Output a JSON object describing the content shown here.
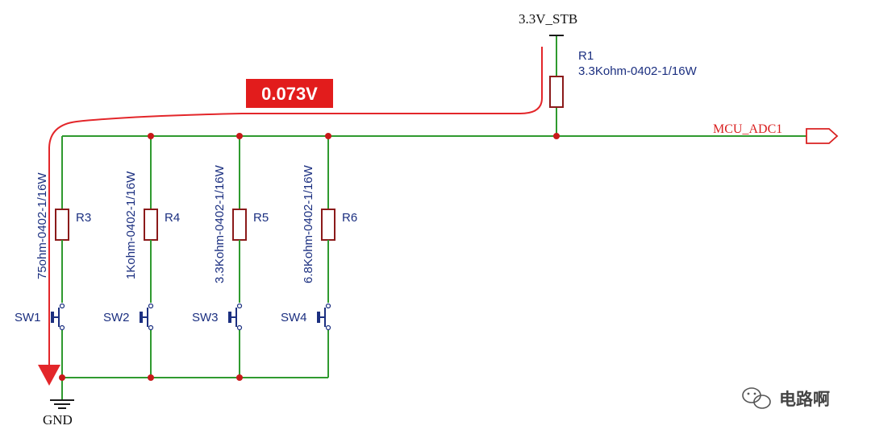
{
  "supply": {
    "label": "3.3V_STB"
  },
  "ground": {
    "label": "GND"
  },
  "output_port": {
    "label": "MCU_ADC1"
  },
  "measurement": {
    "value": "0.073V"
  },
  "pullup": {
    "ref": "R1",
    "value": "3.3Kohm-0402-1/16W"
  },
  "resistors": [
    {
      "ref": "R3",
      "value": "75ohm-0402-1/16W"
    },
    {
      "ref": "R4",
      "value": "1Kohm-0402-1/16W"
    },
    {
      "ref": "R5",
      "value": "3.3Kohm-0402-1/16W"
    },
    {
      "ref": "R6",
      "value": "6.8Kohm-0402-1/16W"
    }
  ],
  "switches": [
    {
      "ref": "SW1"
    },
    {
      "ref": "SW2"
    },
    {
      "ref": "SW3"
    },
    {
      "ref": "SW4"
    }
  ],
  "watermark": {
    "text": "电路啊",
    "icon": "wechat-icon"
  },
  "colors": {
    "wire": "#2f9a2f",
    "junction": "#c8191a",
    "component_label": "#1b2f80",
    "current_path": "#e3262a",
    "badge": "#e21c1c"
  }
}
